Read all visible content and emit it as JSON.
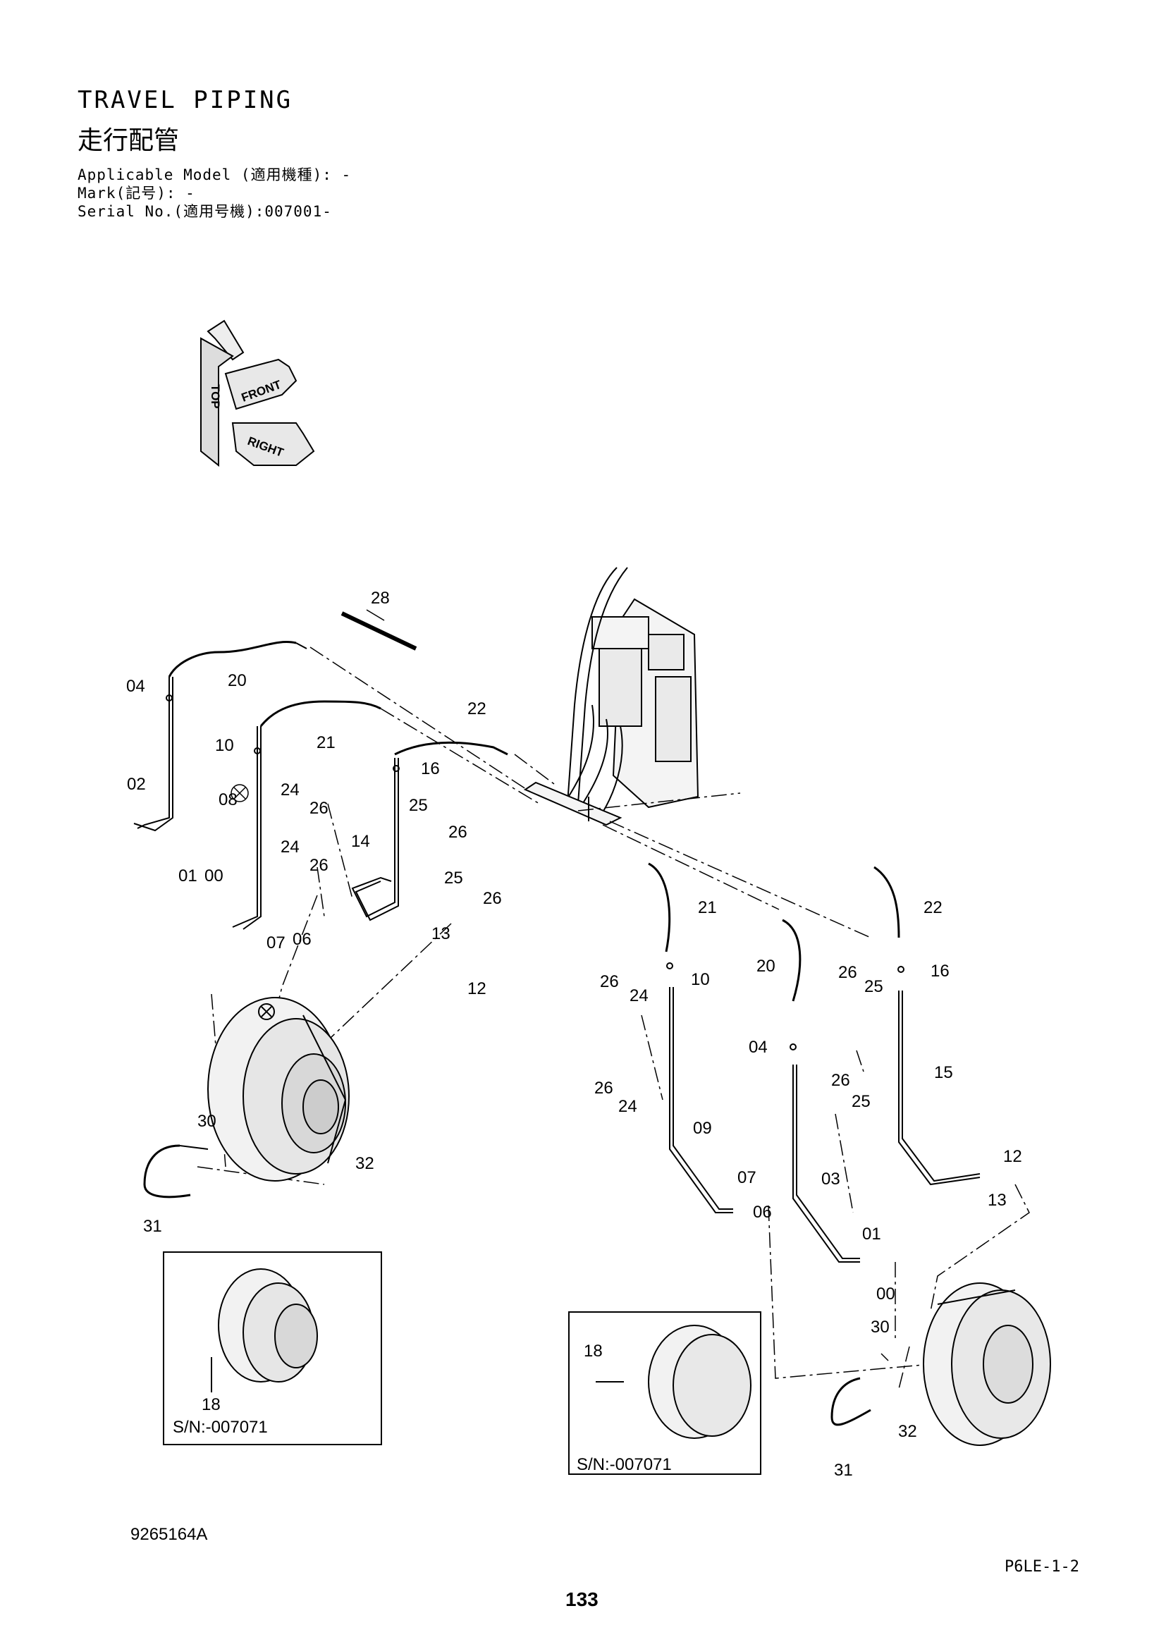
{
  "header": {
    "title": "TRAVEL PIPING",
    "title_jp": "走行配管",
    "applicable_model": "Applicable Model (適用機種): -",
    "mark": "Mark(記号): -",
    "serial_no": "Serial No.(適用号機):007001-"
  },
  "orientation": {
    "top": "TOP",
    "front": "FRONT",
    "right": "RIGHT"
  },
  "callouts": {
    "c28": "28",
    "c04a": "04",
    "c20a": "20",
    "c10a": "10",
    "c21a": "21",
    "c22a": "22",
    "c16a": "16",
    "c02": "02",
    "c08": "08",
    "c24a": "24",
    "c26a": "26",
    "c25a": "25",
    "c26b": "26",
    "c14": "14",
    "c24b": "24",
    "c26c": "26",
    "c01a": "01",
    "c00a": "00",
    "c25b": "25",
    "c26d": "26",
    "c13a": "13",
    "c07a": "07",
    "c06a": "06",
    "c12a": "12",
    "c21b": "21",
    "c22b": "22",
    "c10b": "10",
    "c20b": "20",
    "c16b": "16",
    "c26e": "26",
    "c24c": "24",
    "c26f": "26",
    "c25c": "25",
    "c04b": "04",
    "c26g": "26",
    "c15": "15",
    "c24d": "24",
    "c26h": "26",
    "c25d": "25",
    "c09": "09",
    "c30a": "30",
    "c32a": "32",
    "c31a": "31",
    "c07b": "07",
    "c03": "03",
    "c12b": "12",
    "c13b": "13",
    "c06b": "06",
    "c01b": "01",
    "c00b": "00",
    "c18a": "18",
    "c18b": "18",
    "c30b": "30",
    "c32b": "32",
    "c31b": "31"
  },
  "insets": {
    "left_serial": "S/N:-007071",
    "right_serial": "S/N:-007071"
  },
  "footer": {
    "drawing_no": "9265164A",
    "page_code": "P6LE-1-2",
    "page_number": "133"
  }
}
